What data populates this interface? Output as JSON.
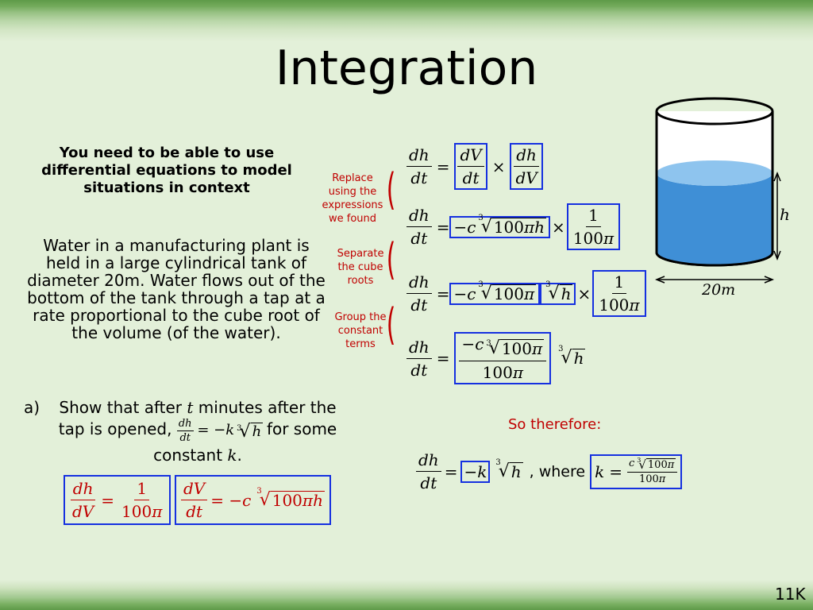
{
  "slide": {
    "title": "Integration",
    "intro": "You need to be able to use differential equations to model situations in context",
    "problem": "Water in a manufacturing plant is held in a large cylindrical tank of diameter 20m. Water flows out of the bottom of the tank through a tap at a rate proportional to the cube root of the volume (of the water).",
    "part_a": {
      "label": "a)",
      "text_1": "Show that after",
      "var_t": "t",
      "text_2": "minutes after the tap is opened,",
      "text_3": "for some constant",
      "var_k": "k",
      "period": "."
    },
    "notes": [
      "Replace using the expressions we found",
      "Separate the cube roots",
      "Group the constant terms"
    ],
    "therefore": "So therefore:",
    "where": ", where",
    "page_number": "11K"
  },
  "diagram": {
    "height_label": "h",
    "diameter_label": "20m",
    "water_color": "#3f8fd6",
    "box_color": "#1530e0",
    "accent_red": "#c00000"
  }
}
